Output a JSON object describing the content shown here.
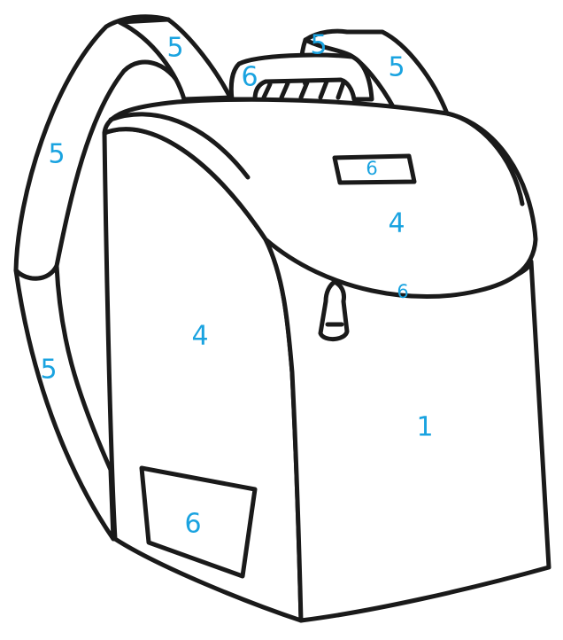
{
  "colors": {
    "outline": "#1a1a1a",
    "number": "#1aa3e0",
    "background": "#ffffff"
  },
  "labels": {
    "strap_right_upper": "5",
    "strap_left_top": "5",
    "strap_left_middle": "5",
    "strap_left_bottom": "5",
    "strap_far_right": "5",
    "handle": "6",
    "lid_tag": "6",
    "lid_panel": "4",
    "zipper": "6",
    "side_panel": "4",
    "front_panel": "1",
    "side_pocket": "6"
  }
}
